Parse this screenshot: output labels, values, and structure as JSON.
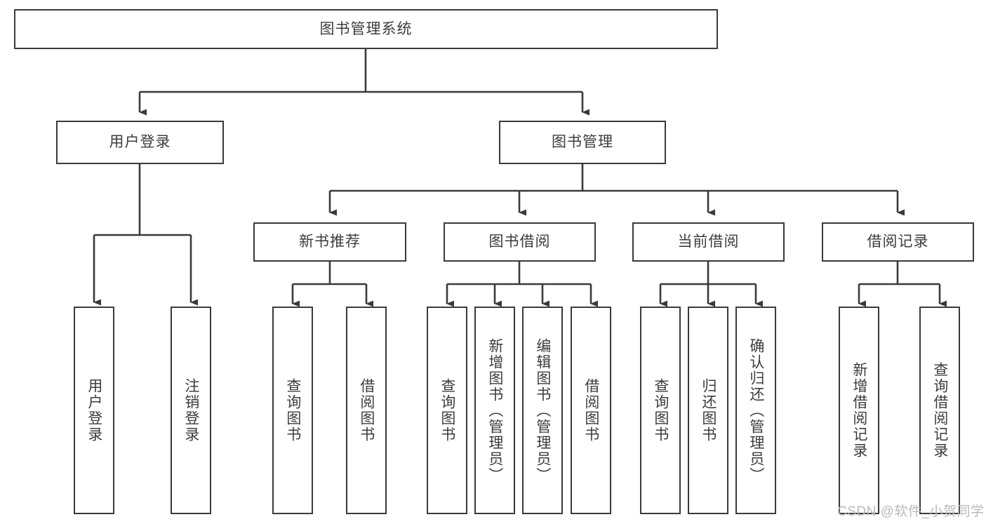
{
  "diagram": {
    "title": "图书管理系统",
    "type": "tree-hierarchy",
    "root": {
      "label": "图书管理系统",
      "orientation": "horizontal"
    },
    "level2": [
      {
        "label": "用户登录",
        "orientation": "horizontal"
      },
      {
        "label": "图书管理",
        "orientation": "horizontal"
      }
    ],
    "level3": [
      {
        "label": "新书推荐",
        "orientation": "horizontal",
        "parent": "图书管理"
      },
      {
        "label": "图书借阅",
        "orientation": "horizontal",
        "parent": "图书管理"
      },
      {
        "label": "当前借阅",
        "orientation": "horizontal",
        "parent": "图书管理"
      },
      {
        "label": "借阅记录",
        "orientation": "horizontal",
        "parent": "图书管理"
      }
    ],
    "leaves": [
      {
        "label": "用户登录",
        "orientation": "vertical",
        "parent": "用户登录"
      },
      {
        "label": "注销登录",
        "orientation": "vertical",
        "parent": "用户登录"
      },
      {
        "label": "查询图书",
        "orientation": "vertical",
        "parent": "新书推荐"
      },
      {
        "label": "借阅图书",
        "orientation": "vertical",
        "parent": "新书推荐"
      },
      {
        "label": "查询图书",
        "orientation": "vertical",
        "parent": "图书借阅"
      },
      {
        "label": "新增图书（管理员）",
        "orientation": "vertical",
        "parent": "图书借阅"
      },
      {
        "label": "编辑图书（管理员）",
        "orientation": "vertical",
        "parent": "图书借阅"
      },
      {
        "label": "借阅图书",
        "orientation": "vertical",
        "parent": "图书借阅"
      },
      {
        "label": "查询图书",
        "orientation": "vertical",
        "parent": "当前借阅"
      },
      {
        "label": "归还图书",
        "orientation": "vertical",
        "parent": "当前借阅"
      },
      {
        "label": "确认归还（管理员）",
        "orientation": "vertical",
        "parent": "当前借阅"
      },
      {
        "label": "新增借阅记录",
        "orientation": "vertical",
        "parent": "借阅记录"
      },
      {
        "label": "查询借阅记录",
        "orientation": "vertical",
        "parent": "借阅记录"
      }
    ],
    "colors": {
      "box_border": "#3a3a3a",
      "box_fill": "#ffffff",
      "connector": "#3a3a3a",
      "text": "#3c3c3c",
      "watermark": "#b9b9b9",
      "background": "#ffffff"
    }
  },
  "watermark": {
    "text": "CSDN @软件_小贺同学"
  }
}
